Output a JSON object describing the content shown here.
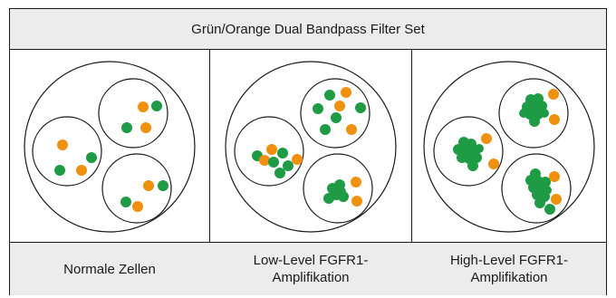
{
  "title": "Grün/Orange Dual Bandpass Filter Set",
  "colors": {
    "green": "#1f9a45",
    "orange": "#f0900f",
    "outline": "#1a1a1a",
    "header_bg": "#ececec"
  },
  "panels": [
    {
      "caption": "Normale Zellen",
      "cells": [
        {
          "green": 2,
          "orange": 2
        },
        {
          "green": 2,
          "orange": 2
        },
        {
          "green": 2,
          "orange": 2
        }
      ]
    },
    {
      "caption": "Low-Level FGFR1-\nAmplifikation",
      "cells": [
        {
          "green": 5,
          "orange": 3,
          "pattern": "scattered"
        },
        {
          "green": 5,
          "orange": 3,
          "pattern": "scattered"
        },
        {
          "green": 1,
          "orange": 2,
          "pattern": "cluster"
        }
      ]
    },
    {
      "caption": "High-Level FGFR1-\nAmplifikation",
      "cells": [
        {
          "green": 1,
          "orange": 2,
          "pattern": "large-cluster"
        },
        {
          "green": 1,
          "orange": 2,
          "pattern": "large-cluster"
        },
        {
          "green": 1,
          "orange": 2,
          "pattern": "large-cluster"
        }
      ]
    }
  ]
}
